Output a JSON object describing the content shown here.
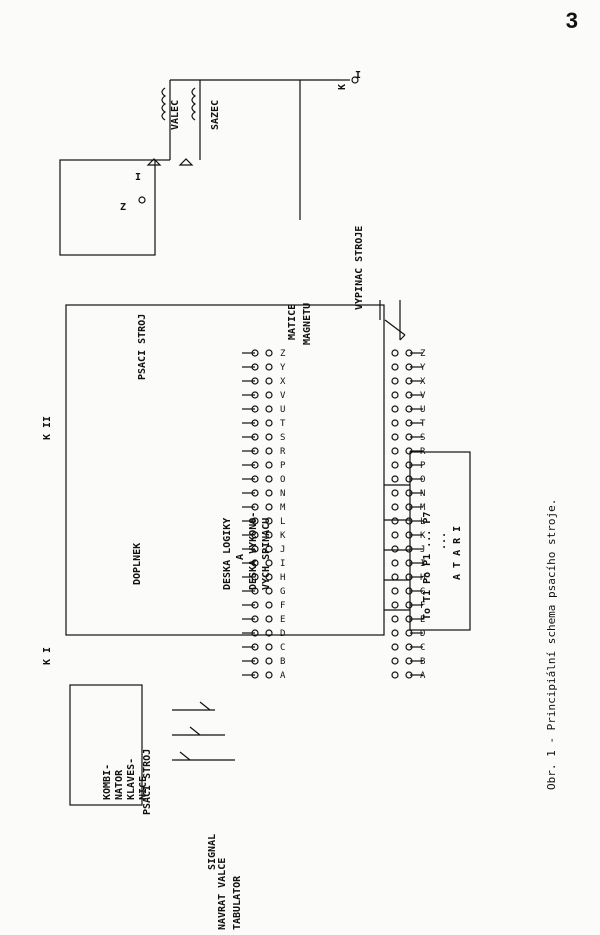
{
  "page_number": "3",
  "caption": "Obr. 1 - Principiální schema psacího stroje.",
  "labels": {
    "psaci_stroj_top": "PSACI STROJ",
    "psaci_stroj_bottom": "PSACI STROJ",
    "doplnek": "DOPLNEK",
    "k_i": "K I",
    "k_ii": "K II",
    "valec": "VALEC",
    "sazec": "SAZEC",
    "vypinac": "VYPINAC STROJE",
    "signal": "SIGNAL",
    "navrat_valce": "NAVRAT VALCE",
    "tabulator": "TABULATOR",
    "z_terminal": "Z",
    "i_terminal": "I",
    "k_terminal": "K",
    "k_sub": "I"
  },
  "blocks": {
    "matice_line1": "MATICE",
    "matice_line2": "MAGNETU",
    "kombinator": [
      "KOMBI-",
      "NATOR",
      "KLAVES-",
      "NICE"
    ],
    "deska_logiky": "DESKA LOGIKY",
    "deska_a": "A",
    "deska_vykonovych": "DESKA VYKONO-",
    "deska_vych": "VYCH SPINACU",
    "atari_ports": "To T1 Po P1 ... P7",
    "atari_dots": "...",
    "atari_name": "A T A R I"
  },
  "pins": [
    "A",
    "B",
    "C",
    "D",
    "E",
    "F",
    "G",
    "H",
    "I",
    "J",
    "K",
    "L",
    "M",
    "N",
    "O",
    "P",
    "R",
    "S",
    "T",
    "U",
    "V",
    "X",
    "Y",
    "Z"
  ]
}
